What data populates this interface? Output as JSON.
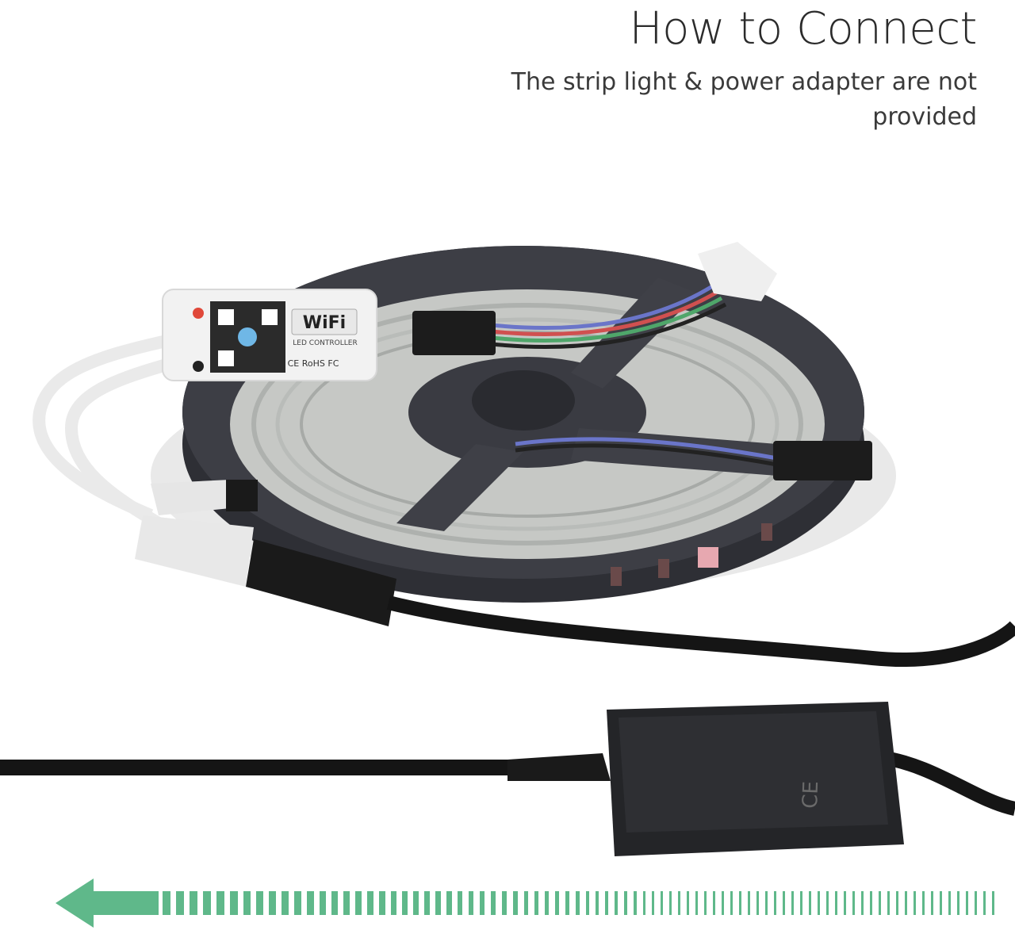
{
  "header": {
    "title": "How to Connect",
    "subtitle": "The strip light & power adapter are not provided"
  },
  "controller": {
    "badge": "WiFi",
    "sub_label": "LED CONTROLLER",
    "marks": "CE RoHS FC"
  },
  "adapter": {
    "marks": "CE"
  },
  "colors": {
    "arrow": "#5fb88a",
    "reel": "#3c3d44",
    "cable": "#151515",
    "controller": "#f2f2f2"
  }
}
